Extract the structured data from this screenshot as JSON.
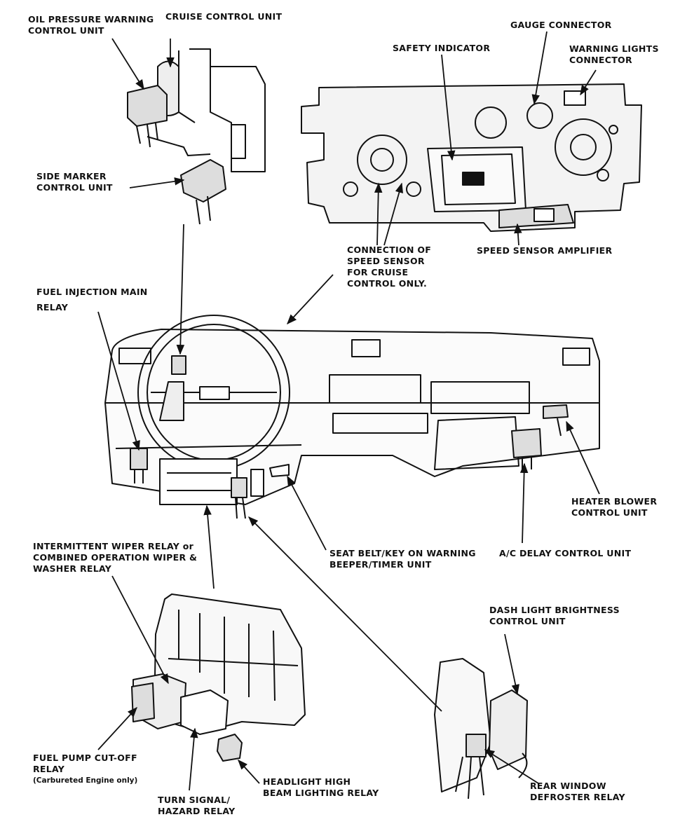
{
  "colors": {
    "ink": "#111111",
    "paper": "#ffffff"
  },
  "labels": {
    "oil_pressure": [
      "OIL PRESSURE WARNING",
      "CONTROL UNIT"
    ],
    "cruise_control": "CRUISE CONTROL UNIT",
    "gauge_connector": "GAUGE CONNECTOR",
    "safety_indicator": "SAFETY INDICATOR",
    "warning_lights": [
      "WARNING LIGHTS",
      "CONNECTOR"
    ],
    "side_marker": [
      "SIDE MARKER",
      "CONTROL UNIT"
    ],
    "speed_sensor_connection": [
      "CONNECTION OF",
      "SPEED SENSOR",
      "FOR CRUISE",
      "CONTROL ONLY."
    ],
    "speed_sensor_amplifier": "SPEED SENSOR AMPLIFIER",
    "fuel_injection": [
      "FUEL INJECTION MAIN",
      "RELAY"
    ],
    "heater_blower": [
      "HEATER BLOWER",
      "CONTROL UNIT"
    ],
    "intermittent_wiper": [
      "INTERMITTENT WIPER RELAY or",
      "COMBINED OPERATION WIPER &",
      "WASHER RELAY"
    ],
    "seat_belt": [
      "SEAT BELT/KEY ON WARNING",
      "BEEPER/TIMER UNIT"
    ],
    "ac_delay": "A/C DELAY CONTROL UNIT",
    "dash_light": [
      "DASH LIGHT BRIGHTNESS",
      "CONTROL UNIT"
    ],
    "fuel_pump": [
      "FUEL PUMP CUT-OFF",
      "RELAY"
    ],
    "fuel_pump_note": "(Carbureted Engine only)",
    "headlight": [
      "HEADLIGHT HIGH",
      "BEAM LIGHTING RELAY"
    ],
    "turn_signal": [
      "TURN SIGNAL/",
      "HAZARD RELAY"
    ],
    "rear_window": [
      "REAR WINDOW",
      "DEFROSTER RELAY"
    ]
  }
}
